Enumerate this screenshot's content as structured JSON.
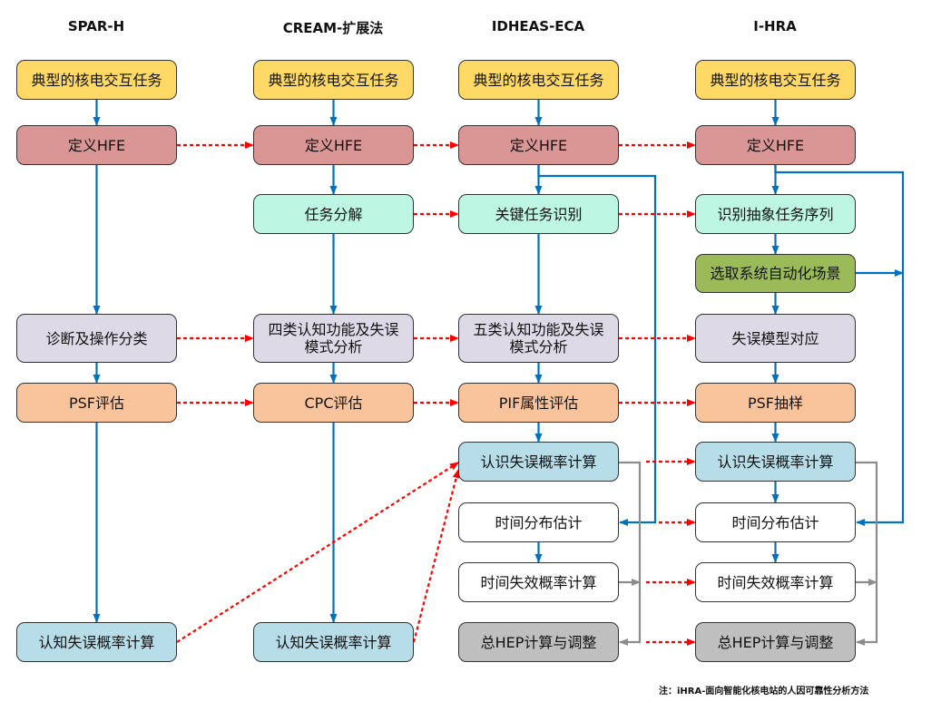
{
  "columns": [
    "SPAR-H",
    "CREAM-扩展法",
    "IDHEAS-ECA",
    "I-HRA"
  ],
  "colors": {
    "yellow": "#FFD966",
    "hfe": "#D99694",
    "mint": "#BDF7E3",
    "lavender": "#DDD9E6",
    "orange": "#F9C49C",
    "lightblue": "#B7DDE8",
    "white": "#FFFFFF",
    "gray": "#BFBFBF",
    "green": "#9BBB59",
    "blue_arrow": "#0070C0",
    "red_dashed": "#FF0000",
    "gray_arrow": "#8C8C8C"
  },
  "boxes": [
    {
      "col": 0,
      "row": "r1",
      "label": "典型的核电交互任务",
      "color": "yellow"
    },
    {
      "col": 0,
      "row": "r2",
      "label": "定义HFE",
      "color": "hfe"
    },
    {
      "col": 0,
      "row": "r5",
      "label": "诊断及操作分类",
      "color": "lavender"
    },
    {
      "col": 0,
      "row": "r6",
      "label": "PSF评估",
      "color": "orange"
    },
    {
      "col": 0,
      "row": "r10",
      "label": "认知失误概率计算",
      "color": "lightblue"
    },
    {
      "col": 1,
      "row": "r1",
      "label": "典型的核电交互任务",
      "color": "yellow"
    },
    {
      "col": 1,
      "row": "r2",
      "label": "定义HFE",
      "color": "hfe"
    },
    {
      "col": 1,
      "row": "r3",
      "label": "任务分解",
      "color": "mint"
    },
    {
      "col": 1,
      "row": "r5",
      "label": "四类认知功能及失误模式分析",
      "color": "lavender"
    },
    {
      "col": 1,
      "row": "r6",
      "label": "CPC评估",
      "color": "orange"
    },
    {
      "col": 1,
      "row": "r10",
      "label": "认知失误概率计算",
      "color": "lightblue"
    },
    {
      "col": 2,
      "row": "r1",
      "label": "典型的核电交互任务",
      "color": "yellow"
    },
    {
      "col": 2,
      "row": "r2",
      "label": "定义HFE",
      "color": "hfe"
    },
    {
      "col": 2,
      "row": "r3",
      "label": "关键任务识别",
      "color": "mint"
    },
    {
      "col": 2,
      "row": "r5",
      "label": "五类认知功能及失误模式分析",
      "color": "lavender"
    },
    {
      "col": 2,
      "row": "r6",
      "label": "PIF属性评估",
      "color": "orange"
    },
    {
      "col": 2,
      "row": "r7",
      "label": "认识失误概率计算",
      "color": "lightblue"
    },
    {
      "col": 2,
      "row": "r8",
      "label": "时间分布估计",
      "color": "white"
    },
    {
      "col": 2,
      "row": "r9",
      "label": "时间失效概率计算",
      "color": "white"
    },
    {
      "col": 2,
      "row": "r10",
      "label": "总HEP计算与调整",
      "color": "gray"
    },
    {
      "col": 3,
      "row": "r1",
      "label": "典型的核电交互任务",
      "color": "yellow"
    },
    {
      "col": 3,
      "row": "r2",
      "label": "定义HFE",
      "color": "hfe"
    },
    {
      "col": 3,
      "row": "r3",
      "label": "识别抽象任务序列",
      "color": "mint"
    },
    {
      "col": 3,
      "row": "r4",
      "label": "选取系统自动化场景",
      "color": "green"
    },
    {
      "col": 3,
      "row": "r5",
      "label": "失误模型对应",
      "color": "lavender"
    },
    {
      "col": 3,
      "row": "r6",
      "label": "PSF抽样",
      "color": "orange"
    },
    {
      "col": 3,
      "row": "r7",
      "label": "认识失误概率计算",
      "color": "lightblue"
    },
    {
      "col": 3,
      "row": "r8",
      "label": "时间分布估计",
      "color": "white"
    },
    {
      "col": 3,
      "row": "r9",
      "label": "时间失效概率计算",
      "color": "white"
    },
    {
      "col": 3,
      "row": "r10",
      "label": "总HEP计算与调整",
      "color": "gray"
    }
  ],
  "note": "注：iHRA-面向智能化核电站的人因可靠性分析方法"
}
